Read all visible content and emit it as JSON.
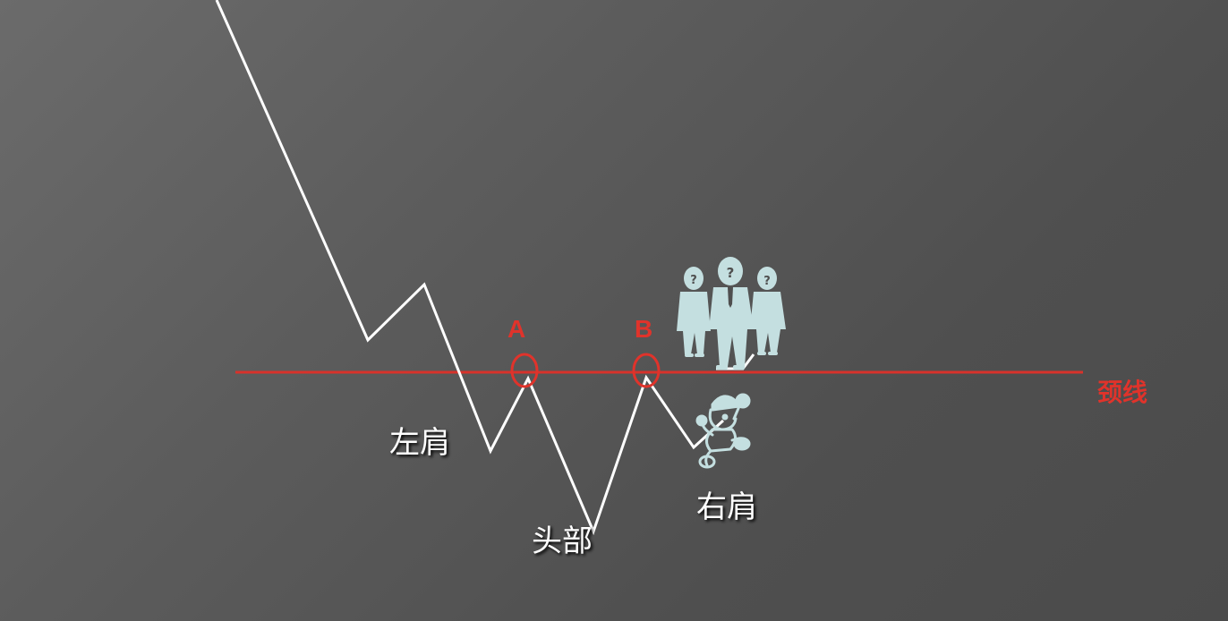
{
  "labels": {
    "left_shoulder": "左肩",
    "head": "头部",
    "right_shoulder": "右肩",
    "neckline": "颈线",
    "point_a": "A",
    "point_b": "B"
  },
  "icons": {
    "crowd": "confused-businessmen-icon",
    "jumper": "jumping-plumber-icon"
  },
  "colors": {
    "price_line": "#ffffff",
    "neckline": "#d8322b",
    "accent_text": "#e0332b",
    "icon_fill": "#c4dfe0"
  }
}
